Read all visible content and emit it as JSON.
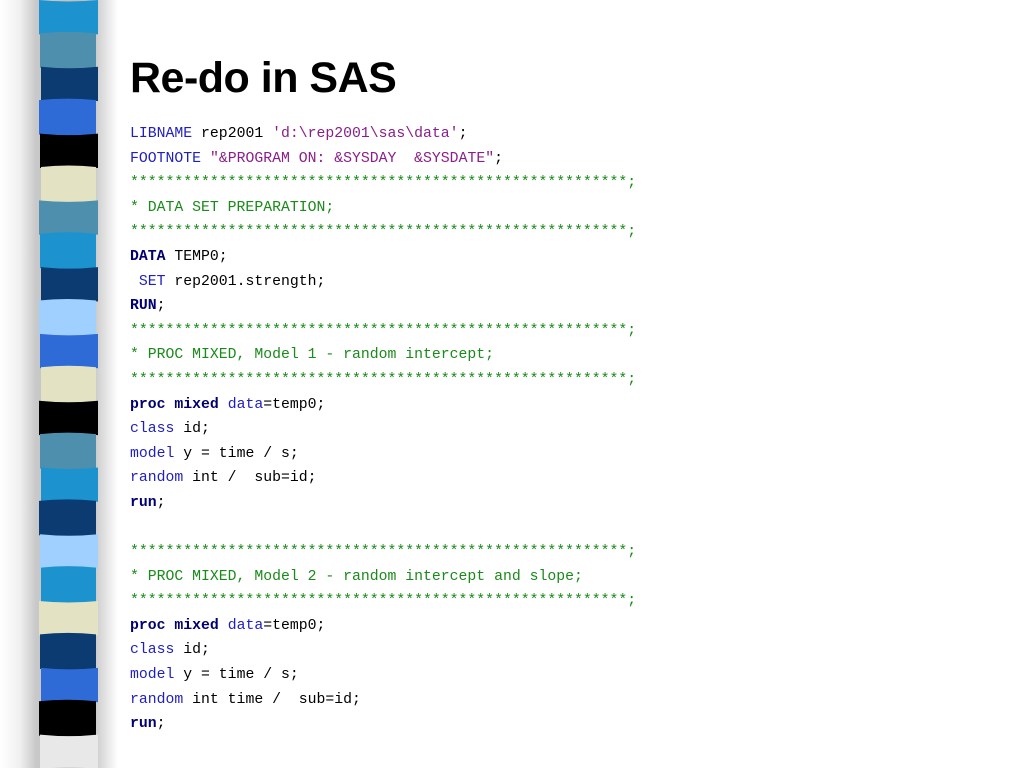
{
  "slide": {
    "title": "Re-do in SAS",
    "colors": {
      "keyword": "#1f1fbf",
      "string": "#8a1e8a",
      "comment": "#1a8a1a",
      "bold_keyword": "#000070",
      "text": "#000000"
    },
    "code_lines": [
      [
        {
          "t": "LIBNAME",
          "c": "k"
        },
        {
          "t": " rep2001 ",
          "c": "t"
        },
        {
          "t": "'d:\\rep2001\\sas\\data'",
          "c": "s"
        },
        {
          "t": ";",
          "c": "t"
        }
      ],
      [
        {
          "t": "FOOTNOTE",
          "c": "k"
        },
        {
          "t": " ",
          "c": "t"
        },
        {
          "t": "\"&PROGRAM ON: &SYSDAY  &SYSDATE\"",
          "c": "s"
        },
        {
          "t": ";",
          "c": "t"
        }
      ],
      [
        {
          "t": "********************************************************;",
          "c": "c"
        }
      ],
      [
        {
          "t": "* DATA SET PREPARATION;",
          "c": "c"
        }
      ],
      [
        {
          "t": "********************************************************;",
          "c": "c"
        }
      ],
      [
        {
          "t": "DATA",
          "c": "b"
        },
        {
          "t": " TEMP0;",
          "c": "t"
        }
      ],
      [
        {
          "t": " ",
          "c": "t"
        },
        {
          "t": "SET",
          "c": "k"
        },
        {
          "t": " rep2001.strength;",
          "c": "t"
        }
      ],
      [
        {
          "t": "RUN",
          "c": "b"
        },
        {
          "t": ";",
          "c": "t"
        }
      ],
      [
        {
          "t": "********************************************************;",
          "c": "c"
        }
      ],
      [
        {
          "t": "* PROC MIXED, Model 1 - random intercept;",
          "c": "c"
        }
      ],
      [
        {
          "t": "********************************************************;",
          "c": "c"
        }
      ],
      [
        {
          "t": "proc mixed",
          "c": "b"
        },
        {
          "t": " ",
          "c": "t"
        },
        {
          "t": "data",
          "c": "k"
        },
        {
          "t": "=temp0;",
          "c": "t"
        }
      ],
      [
        {
          "t": "class",
          "c": "k"
        },
        {
          "t": " id;",
          "c": "t"
        }
      ],
      [
        {
          "t": "model",
          "c": "k"
        },
        {
          "t": " y = time / s;",
          "c": "t"
        }
      ],
      [
        {
          "t": "random",
          "c": "k"
        },
        {
          "t": " int /  sub=id;",
          "c": "t"
        }
      ],
      [
        {
          "t": "run",
          "c": "b"
        },
        {
          "t": ";",
          "c": "t"
        }
      ],
      [],
      [
        {
          "t": "********************************************************;",
          "c": "c"
        }
      ],
      [
        {
          "t": "* PROC MIXED, Model 2 - random intercept and slope;",
          "c": "c"
        }
      ],
      [
        {
          "t": "********************************************************;",
          "c": "c"
        }
      ],
      [
        {
          "t": "proc mixed",
          "c": "b"
        },
        {
          "t": " ",
          "c": "t"
        },
        {
          "t": "data",
          "c": "k"
        },
        {
          "t": "=temp0;",
          "c": "t"
        }
      ],
      [
        {
          "t": "class",
          "c": "k"
        },
        {
          "t": " id;",
          "c": "t"
        }
      ],
      [
        {
          "t": "model",
          "c": "k"
        },
        {
          "t": " y = time / s;",
          "c": "t"
        }
      ],
      [
        {
          "t": "random",
          "c": "k"
        },
        {
          "t": " int time /  sub=id;",
          "c": "t"
        }
      ],
      [
        {
          "t": "run",
          "c": "b"
        },
        {
          "t": ";",
          "c": "t"
        }
      ]
    ],
    "strip_colors": [
      "#1c93cf",
      "#4f8fae",
      "#0b3b70",
      "#2f6bd6",
      "#000000",
      "#e3e3c4",
      "#4f8fae",
      "#1c93cf",
      "#0b3b70",
      "#9fd0ff",
      "#2f6bd6",
      "#e3e3c4",
      "#000000",
      "#4f8fae",
      "#1c93cf",
      "#0b3b70",
      "#9fd0ff",
      "#1c93cf",
      "#e3e3c4",
      "#0b3b70",
      "#2f6bd6",
      "#000000",
      "#e8e8e8"
    ]
  }
}
